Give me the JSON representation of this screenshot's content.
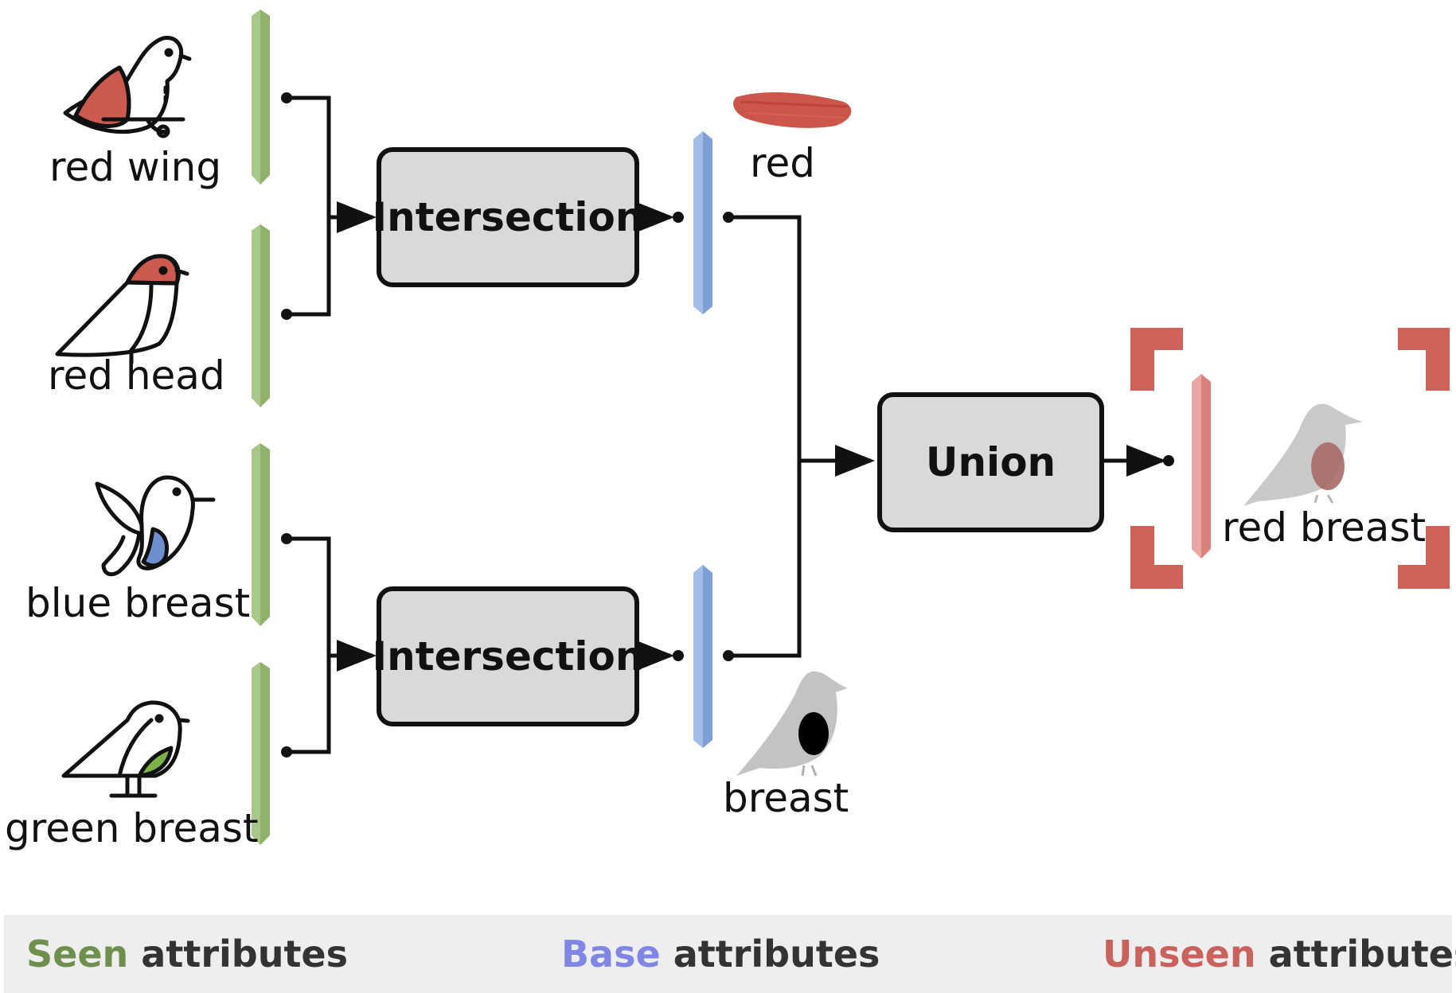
{
  "inputs": [
    {
      "label": "red wing"
    },
    {
      "label": "red head"
    },
    {
      "label": "blue breast"
    },
    {
      "label": "green breast"
    }
  ],
  "operations": {
    "intersection_top": "Intersection",
    "intersection_bottom": "Intersection",
    "union": "Union"
  },
  "base_attributes": {
    "top": "red",
    "bottom": "breast"
  },
  "output": {
    "label": "red breast"
  },
  "legend": {
    "seen_word": "Seen",
    "base_word": "Base",
    "unseen_word": "Unseen",
    "suffix": "attributes"
  },
  "colors": {
    "seen": "#6e8f4e",
    "base": "#7f86e6",
    "unseen": "#c9625c",
    "bar_green": "#8fb16b",
    "bar_blue": "#7d9fd6",
    "bar_red": "#d9807b",
    "box_fill": "#d9d9d9",
    "bracket": "#d0625a"
  },
  "icons": [
    "bird-red-wing-icon",
    "bird-red-head-icon",
    "bird-blue-breast-icon",
    "bird-green-breast-icon",
    "red-paint-stroke-icon",
    "bird-black-breast-icon",
    "bird-red-breast-icon",
    "focus-bracket-icon"
  ]
}
